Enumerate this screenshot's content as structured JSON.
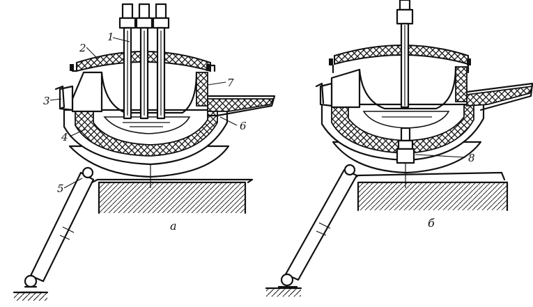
{
  "figure": {
    "panel_a": {
      "caption": "а",
      "callouts": [
        "1",
        "2",
        "3",
        "4",
        "5",
        "6",
        "7"
      ]
    },
    "panel_b": {
      "caption": "б",
      "callouts": [
        "8"
      ]
    }
  },
  "colors": {
    "ink": "#111111",
    "paper": "#ffffff"
  }
}
